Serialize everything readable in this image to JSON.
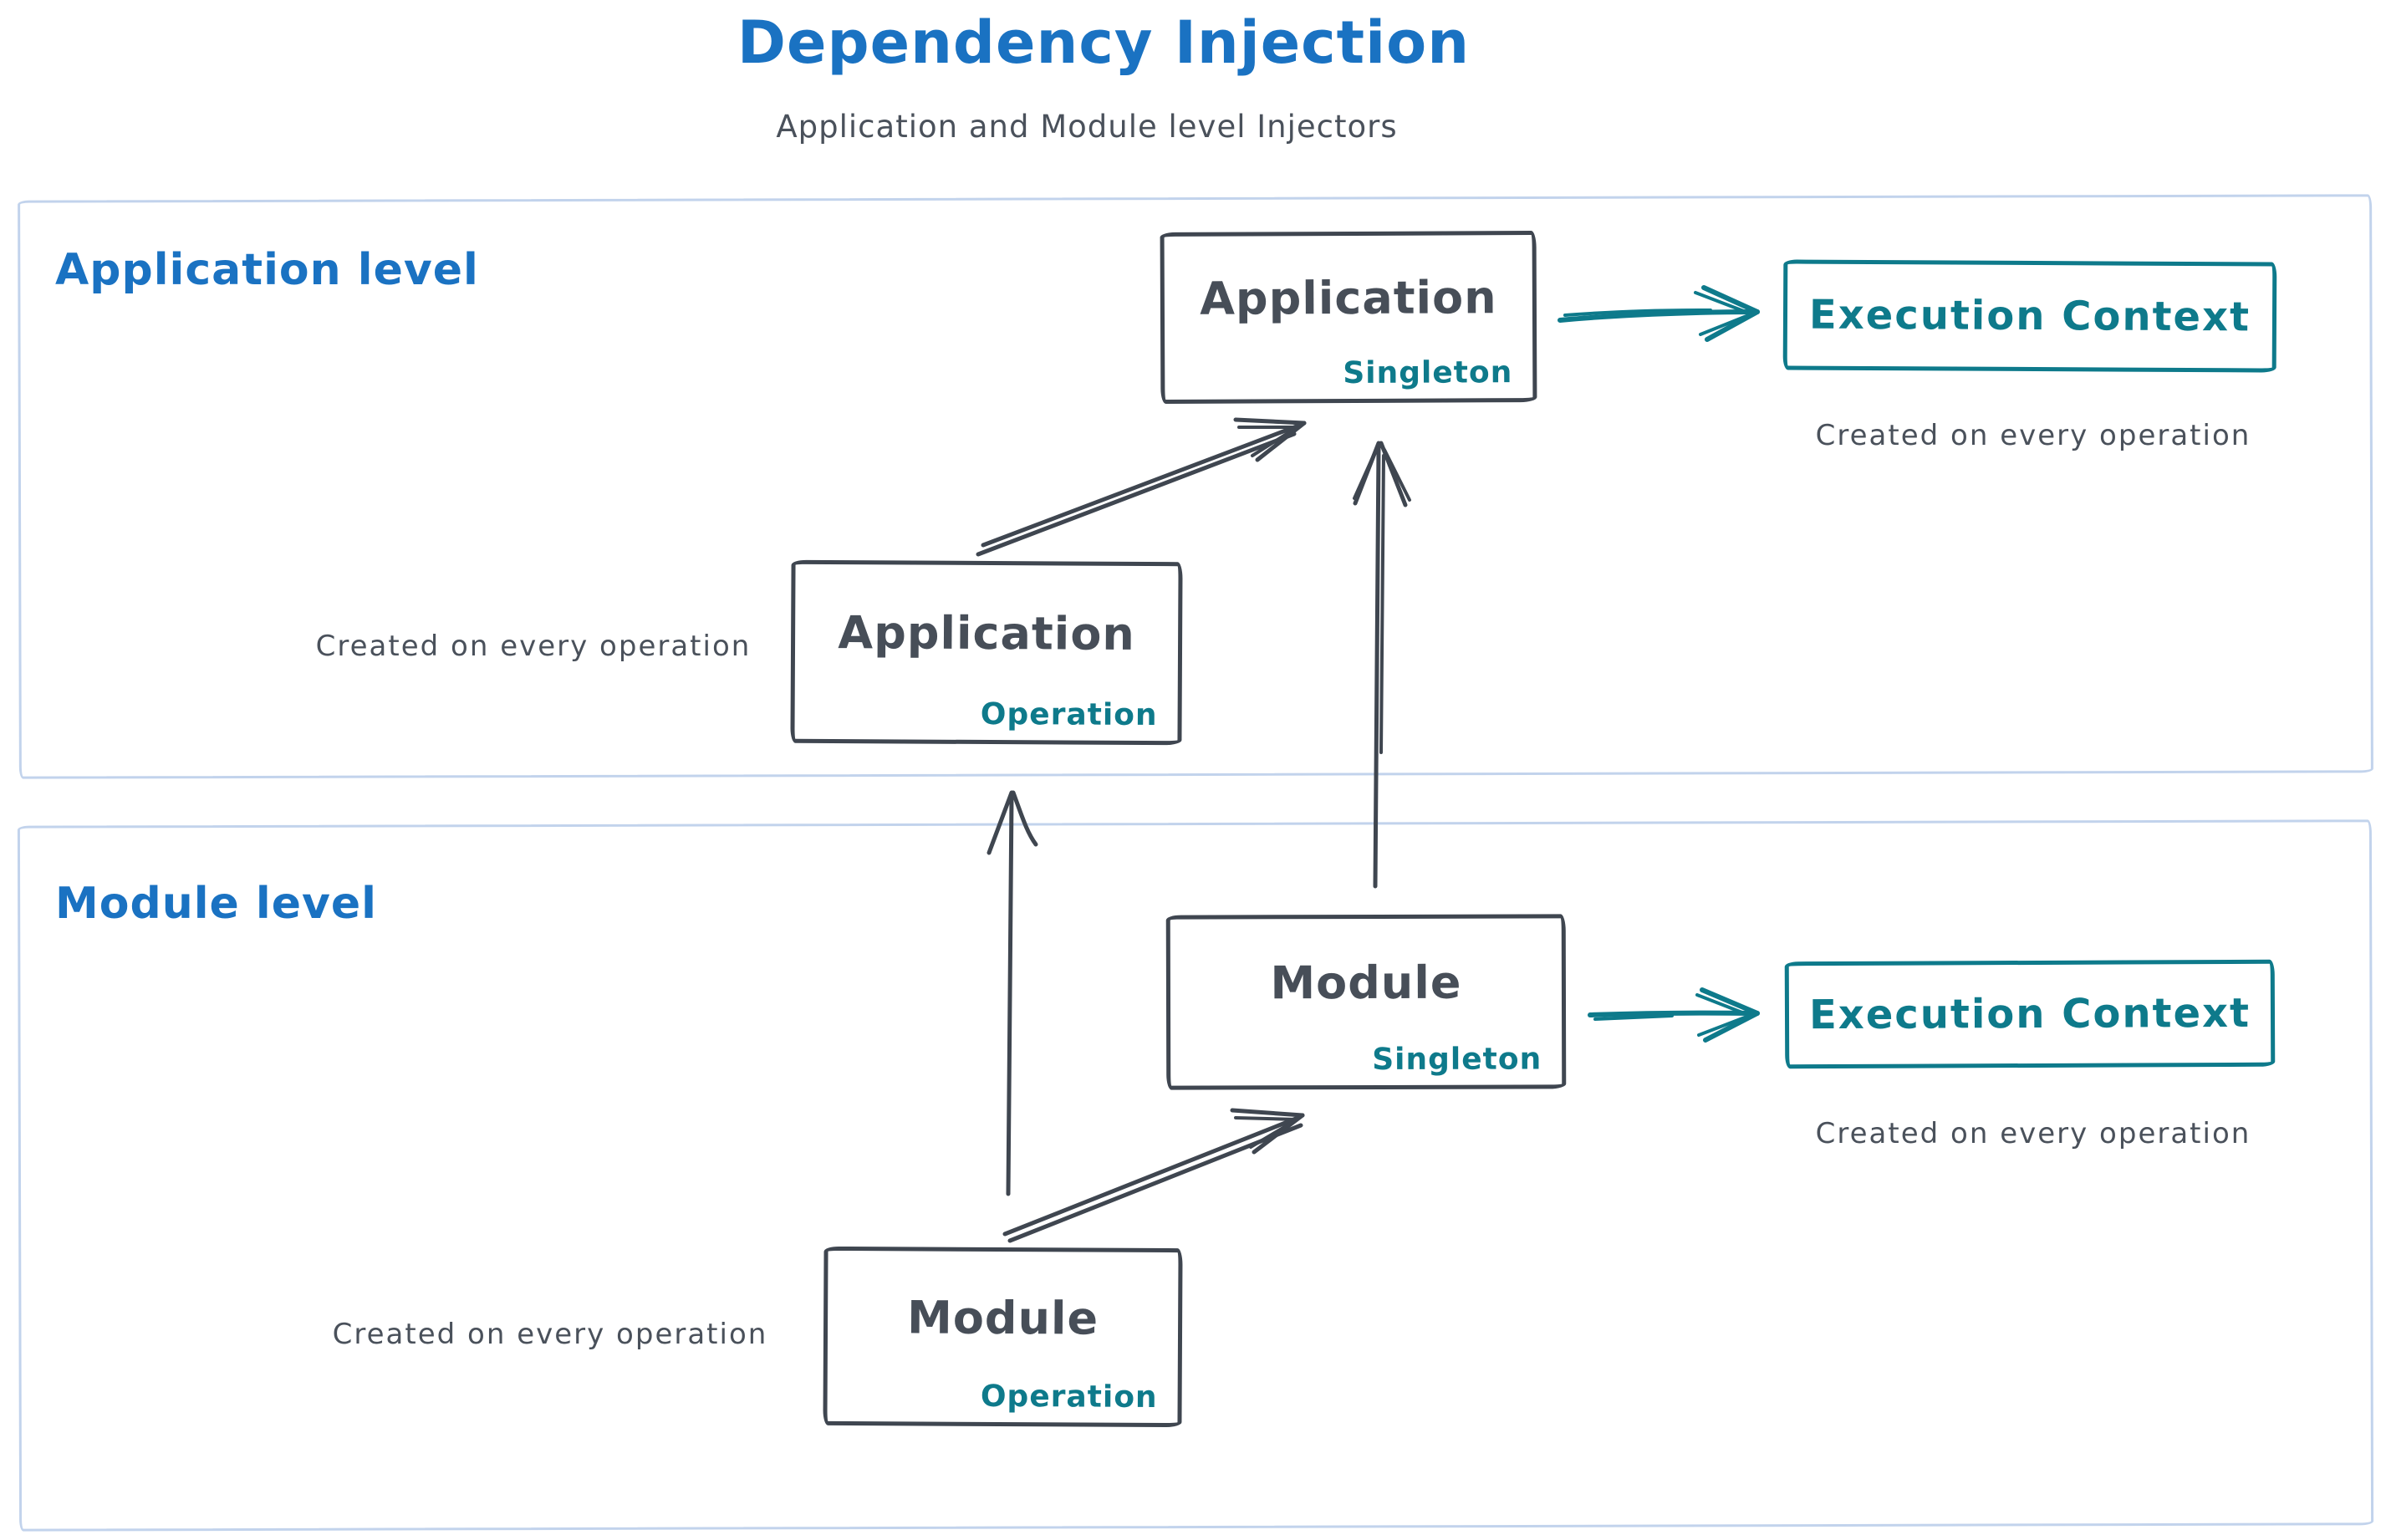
{
  "title": "Dependency Injection",
  "subtitle": "Application and Module level Injectors",
  "colors": {
    "blue": "#1a72c2",
    "teal": "#0e7a8b",
    "ink": "#3f4650",
    "text": "#4a515b",
    "frame": "#c2d3ec"
  },
  "application": {
    "label": "Application level",
    "singleton": {
      "name": "Application",
      "scope": "Singleton"
    },
    "operation": {
      "name": "Application",
      "scope": "Operation"
    },
    "operation_note": "Created on every operation",
    "execution_context": "Execution Context",
    "execution_note": "Created on every operation"
  },
  "module": {
    "label": "Module level",
    "singleton": {
      "name": "Module",
      "scope": "Singleton"
    },
    "operation": {
      "name": "Module",
      "scope": "Operation"
    },
    "operation_note": "Created on every operation",
    "execution_context": "Execution Context",
    "execution_note": "Created on every operation"
  }
}
